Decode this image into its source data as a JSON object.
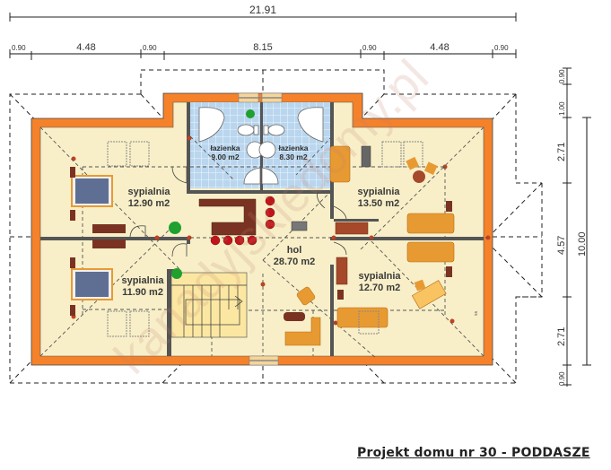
{
  "title": "Projekt domu nr 30 - PODDASZE",
  "watermark": "kanadyjskiedomy.pl",
  "dimensions": {
    "overall_width": "21.91",
    "top_segments": [
      "0.90",
      "4.48",
      "0.90",
      "8.15",
      "0.90",
      "4.48",
      "0.90"
    ],
    "right_segments": [
      "0.90",
      "1.00",
      "2.71",
      "4.57",
      "2.71",
      "0.90"
    ],
    "overall_depth": "10.00"
  },
  "rooms": [
    {
      "name": "sypialnia",
      "area": "12.90 m2"
    },
    {
      "name": "sypialnia",
      "area": "11.90 m2"
    },
    {
      "name": "łazienka",
      "area": "9.00 m2"
    },
    {
      "name": "łazienka",
      "area": "8.30 m2"
    },
    {
      "name": "hol",
      "area": "28.70 m2"
    },
    {
      "name": "sypialnia",
      "area": "13.50 m2"
    },
    {
      "name": "sypialnia",
      "area": "12.70 m2"
    }
  ],
  "colors": {
    "outer_wall": "#f5822a",
    "floor": "#f8efc8",
    "bathroom_tile": "#b9d6ee",
    "inner_wall": "#555555",
    "bed": "#5e6f93",
    "furniture_orange": "#e89a32",
    "dark_furniture": "#7a3322",
    "chair_red": "#c0161b",
    "plant": "#1fa02f",
    "stairs": "#fbe7a2",
    "column_dot": "#c4411f"
  }
}
